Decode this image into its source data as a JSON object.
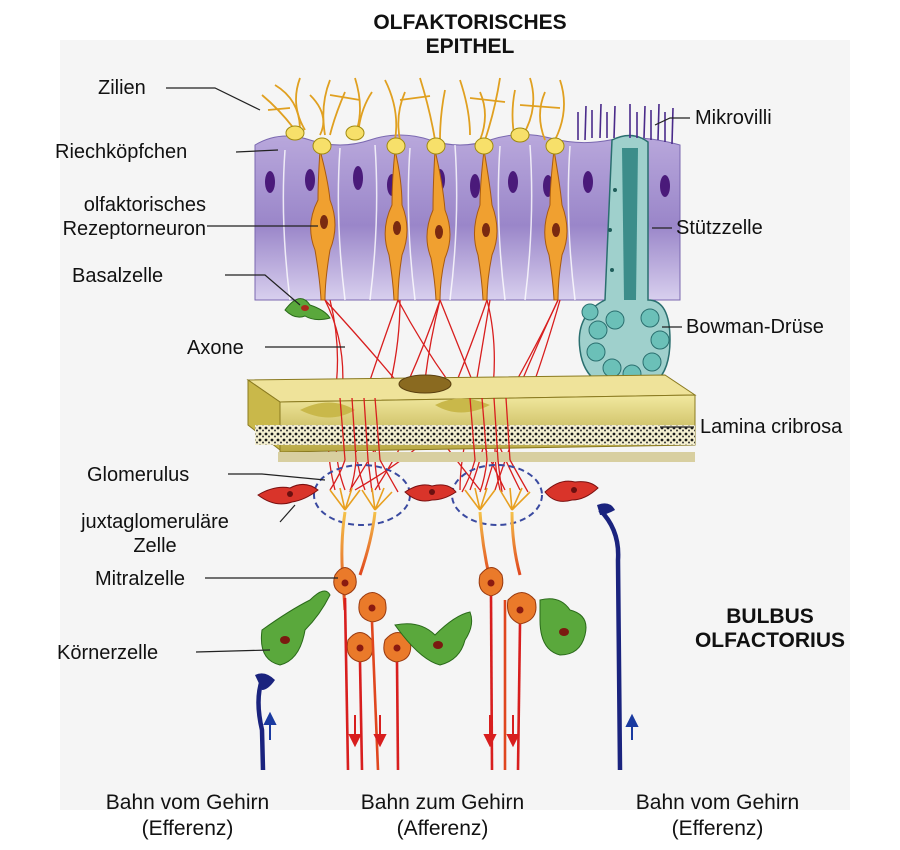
{
  "title_top": {
    "line1": "OLFAKTORISCHES",
    "line2": "EPITHEL"
  },
  "title_side": {
    "line1": "BULBUS",
    "line2": "OLFACTORIUS"
  },
  "labels_left": {
    "zilien": "Zilien",
    "riechkoepfchen": "Riechköpfchen",
    "rezeptor_line1": "olfaktorisches",
    "rezeptor_line2": "Rezeptorneuron",
    "basalzelle": "Basalzelle",
    "axone": "Axone",
    "glomerulus": "Glomerulus",
    "juxta_line1": "juxtaglomeruläre",
    "juxta_line2": "Zelle",
    "mitralzelle": "Mitralzelle",
    "koernerzelle": "Körnerzelle"
  },
  "labels_right": {
    "mikrovilli": "Mikrovilli",
    "stuetzzelle": "Stützzelle",
    "bowman": "Bowman-Drüse",
    "lamina": "Lamina cribrosa"
  },
  "footer": {
    "left_line1": "Bahn vom Gehirn",
    "left_line2": "(Efferenz)",
    "mid_line1": "Bahn zum Gehirn",
    "mid_line2": "(Afferenz)",
    "right_line1": "Bahn vom Gehirn",
    "right_line2": "(Efferenz)"
  },
  "colors": {
    "epithelium": "#9b8cc8",
    "receptor": "#e8902a",
    "axon": "#d81e1e",
    "lamina": "#e8dc7a",
    "bowman": "#5fb5b0",
    "granule": "#5aa83c",
    "efferent": "#1a237e",
    "juxta": "#d9342a"
  }
}
